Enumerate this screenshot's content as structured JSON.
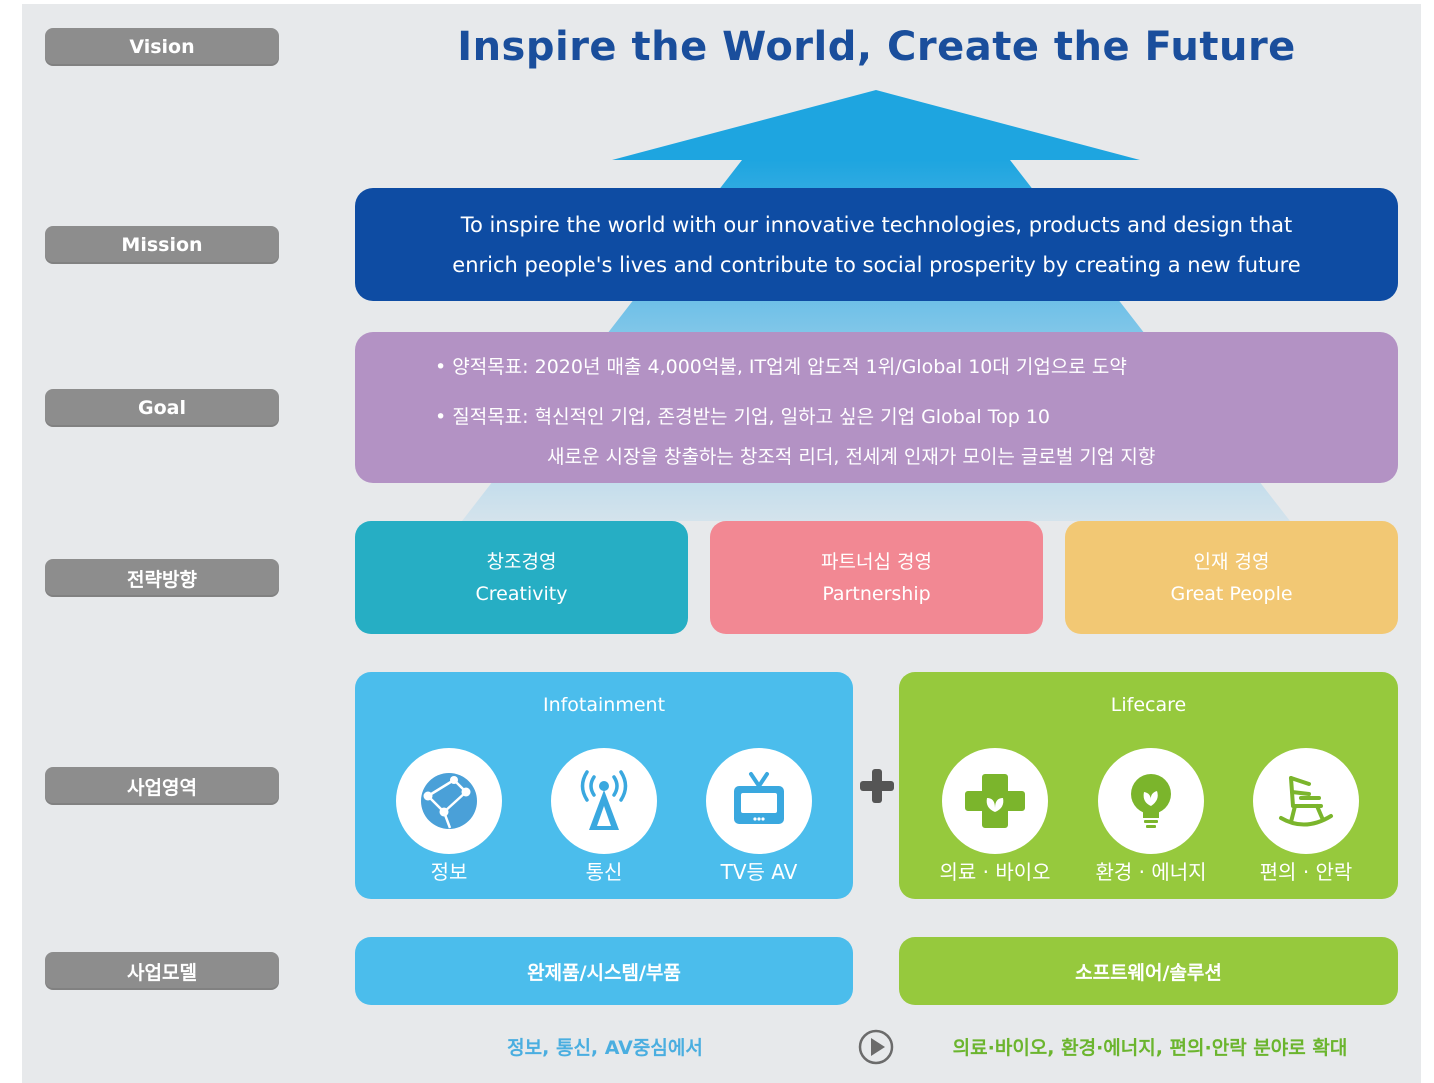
{
  "labels": {
    "vision": "Vision",
    "mission": "Mission",
    "goal": "Goal",
    "strategy": "전략방향",
    "business_area": "사업영역",
    "business_model": "사업모델"
  },
  "vision": {
    "title": "Inspire the World, Create the Future"
  },
  "mission": {
    "line1": "To inspire the world with our innovative technologies, products and design that",
    "line2": "enrich people's lives and contribute to social prosperity by creating a new future"
  },
  "goal": {
    "line1": "• 양적목표: 2020년 매출 4,000억불, IT업계 압도적 1위/Global 10대 기업으로 도약",
    "line2": "• 질적목표: 혁신적인 기업, 존경받는 기업, 일하고 싶은 기업 Global Top 10",
    "line3": "새로운 시장을 창출하는 창조적 리더, 전세계 인재가 모이는 글로벌 기업 지향"
  },
  "strategy": [
    {
      "ko": "창조경영",
      "en": "Creativity",
      "color": "#26aec4"
    },
    {
      "ko": "파트너십 경영",
      "en": "Partnership",
      "color": "#f28893"
    },
    {
      "ko": "인재 경영",
      "en": "Great People",
      "color": "#f2c874"
    }
  ],
  "areas": {
    "infotainment": {
      "title": "Infotainment",
      "color": "#4bbdec",
      "items": [
        {
          "label": "정보",
          "icon": "globe-network-icon"
        },
        {
          "label": "통신",
          "icon": "antenna-icon"
        },
        {
          "label": "TV등 AV",
          "icon": "tv-icon"
        }
      ]
    },
    "plus": "+",
    "lifecare": {
      "title": "Lifecare",
      "color": "#96c93d",
      "items": [
        {
          "label": "의료 · 바이오",
          "icon": "medical-cross-icon"
        },
        {
          "label": "환경 · 에너지",
          "icon": "lightbulb-leaf-icon"
        },
        {
          "label": "편의 · 안락",
          "icon": "rocking-chair-icon"
        }
      ]
    }
  },
  "models": {
    "left": "완제품/시스템/부품",
    "right": "소프트웨어/솔루션"
  },
  "transition": {
    "from": "정보, 통신, AV중심에서",
    "to": "의료·바이오,  환경·에너지, 편의·안락 분야로 확대",
    "from_color": "#4aaee0",
    "to_color": "#6bb52e"
  }
}
